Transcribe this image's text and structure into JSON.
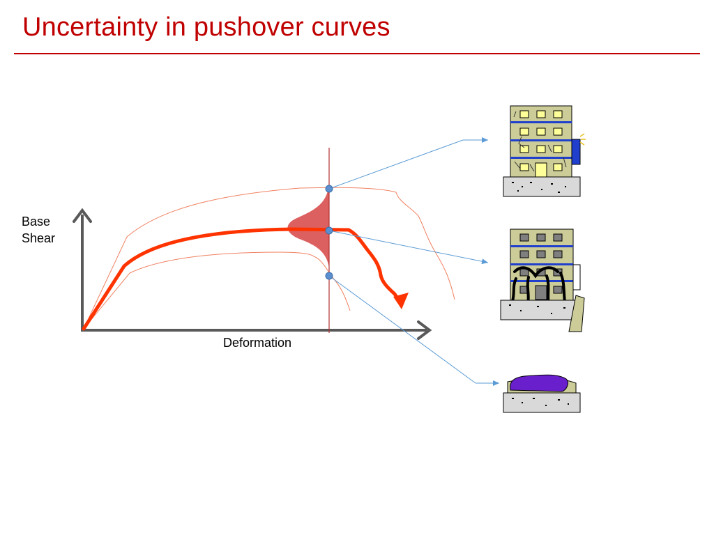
{
  "title": "Uncertainty in pushover curves",
  "axes": {
    "y_label_line1": "Base",
    "y_label_line2": "Shear",
    "x_label": "Deformation"
  },
  "colors": {
    "title": "#C00000",
    "rule": "#C00000",
    "axis": "#595959",
    "median_curve": "#FF3300",
    "bound_curves": "#F08060",
    "distribution_fill": "#DC6060",
    "vertical_line": "#B03030",
    "marker_fill": "#5B8FD0",
    "leader_line": "#5B9BD5",
    "building_wall": "#CCCC99",
    "building_window": "#FFFF99",
    "floor_band": "#1F3FCC",
    "foundation": "#D9D9D9",
    "rubble": "#6A1FCC"
  },
  "icons": [
    "building-intact-icon",
    "building-damaged-icon",
    "building-collapsed-icon"
  ]
}
